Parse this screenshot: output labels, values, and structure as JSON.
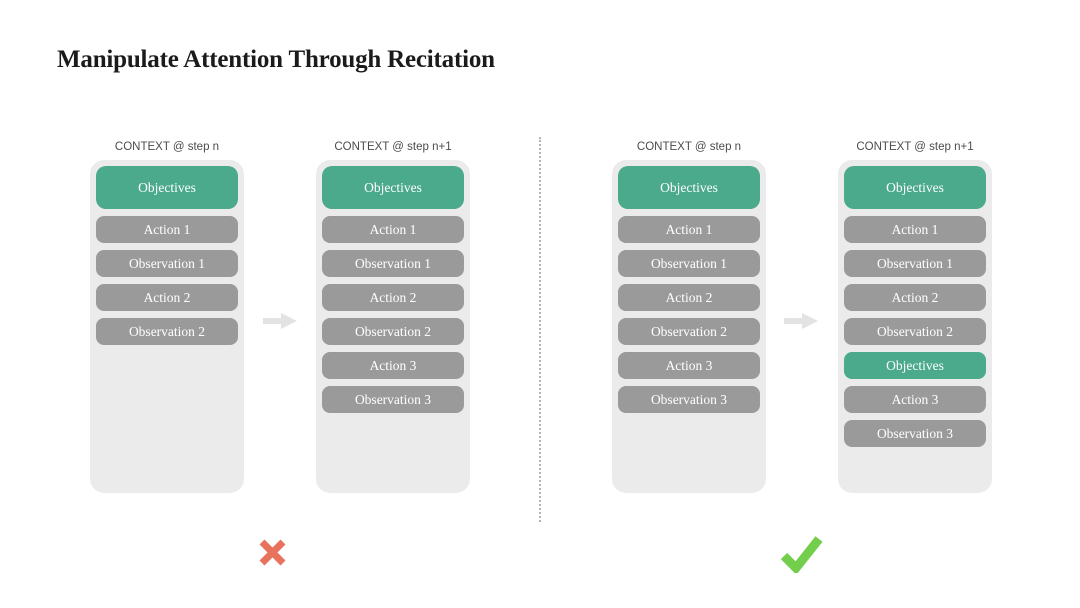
{
  "title": "Manipulate Attention Through Recitation",
  "colors": {
    "objectives_green": "#4ba98c",
    "item_gray": "#9a9a9a",
    "panel_bg": "#ebebeb",
    "header_text": "#4c4c4c",
    "arrow_gray": "#e3e3e3",
    "divider_gray": "#b3b3b3",
    "cross_red": "#e8735c",
    "check_green": "#72ce4b"
  },
  "left": {
    "verdict_icon": "cross-icon",
    "before": {
      "header": "CONTEXT @ step n",
      "items": [
        "Objectives",
        "Action 1",
        "Observation 1",
        "Action 2",
        "Observation 2"
      ]
    },
    "after": {
      "header": "CONTEXT @ step n+1",
      "items": [
        "Objectives",
        "Action 1",
        "Observation 1",
        "Action 2",
        "Observation 2",
        "Action 3",
        "Observation 3"
      ]
    }
  },
  "right": {
    "verdict_icon": "check-icon",
    "before": {
      "header": "CONTEXT @ step n",
      "items": [
        "Objectives",
        "Action 1",
        "Observation 1",
        "Action 2",
        "Observation 2",
        "Action 3",
        "Observation 3"
      ]
    },
    "after": {
      "header": "CONTEXT @ step n+1",
      "items": [
        "Objectives",
        "Action 1",
        "Observation 1",
        "Action 2",
        "Observation 2",
        "Objectives",
        "Action 3",
        "Observation 3"
      ]
    }
  }
}
